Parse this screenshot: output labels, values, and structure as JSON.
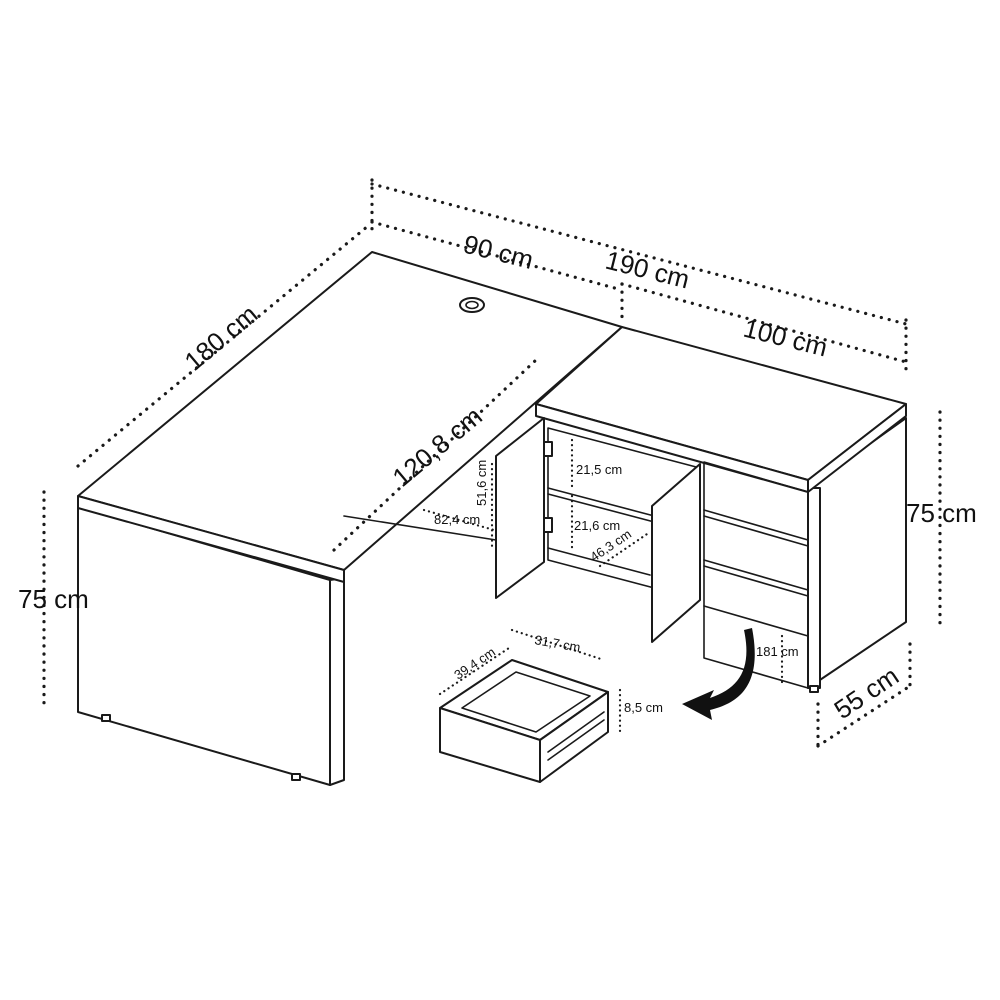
{
  "dimensions": {
    "desk_length": "180 cm",
    "total_width": "190 cm",
    "desk_width": "90 cm",
    "cabinet_width": "100 cm",
    "inner_length": "120,8 cm",
    "desk_height": "75 cm",
    "cabinet_height": "75 cm",
    "cabinet_depth": "55 cm",
    "shelf_height_top": "21,5 cm",
    "shelf_height_bottom": "21,6 cm",
    "shelf_depth": "46,3 cm",
    "opening_height": "51,6 cm",
    "opening_width": "82,4 cm",
    "cabinet_leg_height": "181 cm",
    "drawer_depth": "39,4 cm",
    "drawer_width": "31,7 cm",
    "drawer_height": "8,5 cm"
  }
}
